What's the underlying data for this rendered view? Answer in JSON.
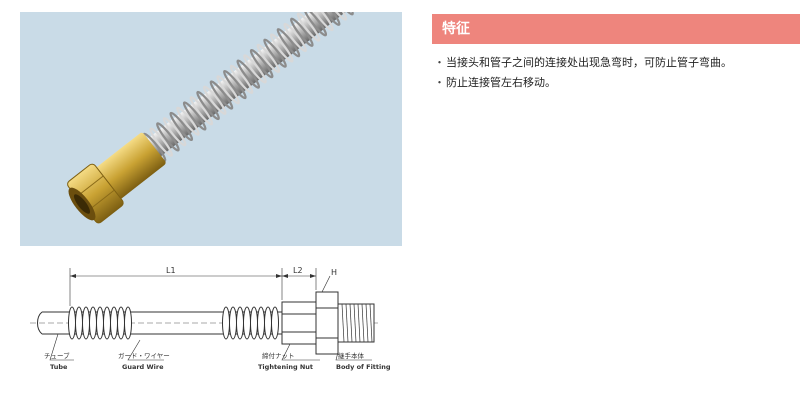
{
  "features": {
    "heading": "特征",
    "bullet": "・",
    "items": [
      "当接头和管子之间的连接处出现急弯时，可防止管子弯曲。",
      "防止连接管左右移动。"
    ]
  },
  "drawing": {
    "dim_l1": "L1",
    "dim_l2": "L2",
    "dim_h": "H",
    "labels": {
      "tube_jp": "チューブ",
      "tube_en": "Tube",
      "guard_jp": "ガード・ワイヤー",
      "guard_en": "Guard Wire",
      "nut_jp": "締付ナット",
      "nut_en": "Tightening Nut",
      "body_jp": "継手本体",
      "body_en": "Body of Fitting"
    }
  },
  "colors": {
    "header_bg": "#ee857d",
    "photo_bg": "#c9dbe7",
    "brass": "#c9a233"
  }
}
